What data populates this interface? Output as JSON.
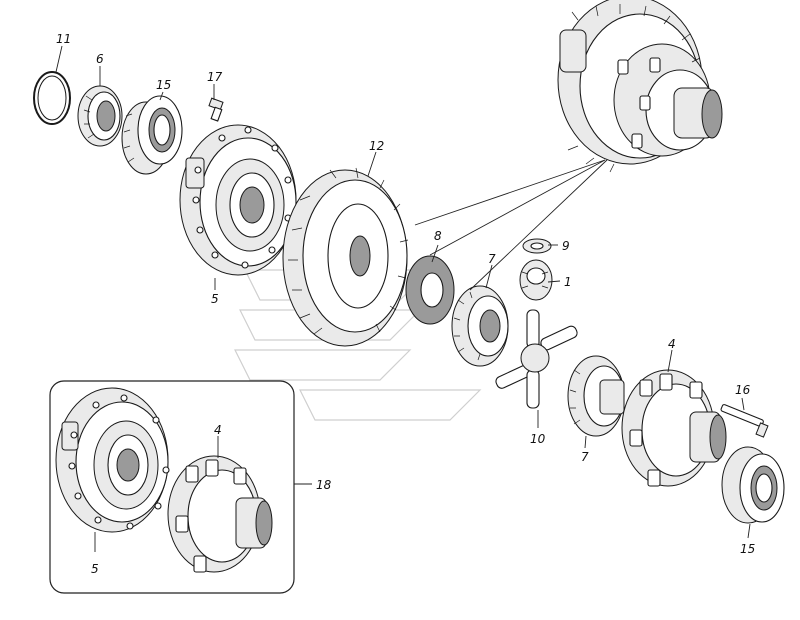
{
  "labels": {
    "l1": "1",
    "l4a": "4",
    "l4b": "4",
    "l5a": "5",
    "l5b": "5",
    "l6": "6",
    "l7a": "7",
    "l7b": "7",
    "l8": "8",
    "l9": "9",
    "l10": "10",
    "l11": "11",
    "l12": "12",
    "l15a": "15",
    "l15b": "15",
    "l16": "16",
    "l17": "17",
    "l18": "18"
  }
}
